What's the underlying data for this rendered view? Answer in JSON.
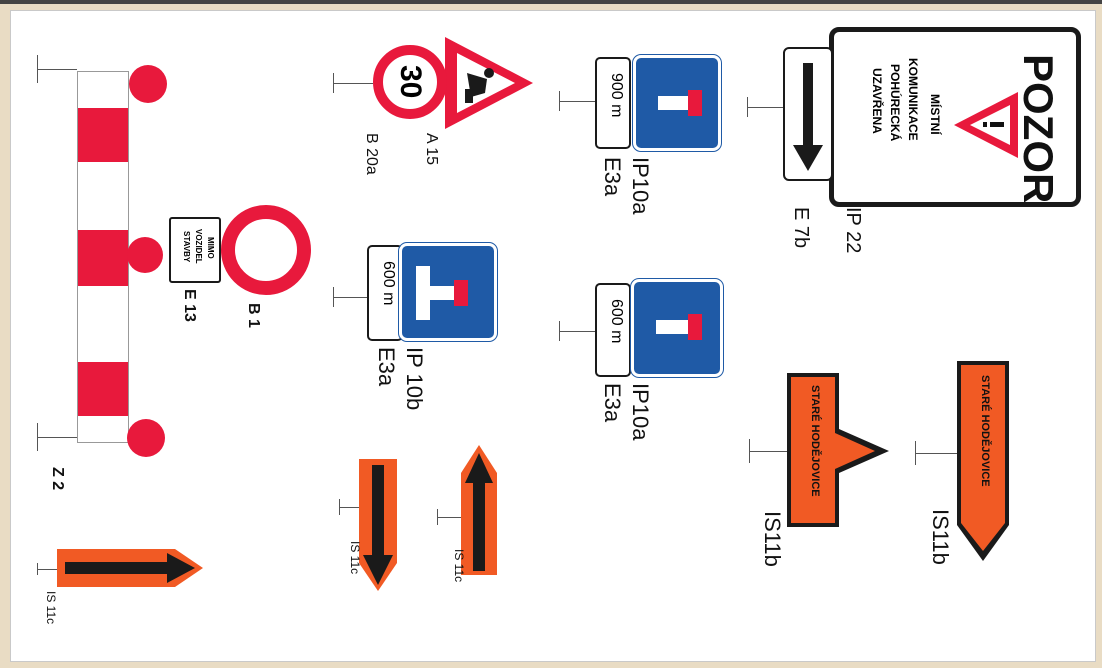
{
  "colors": {
    "red": "#e8193c",
    "blue": "#1f5aa6",
    "orange": "#f15a24",
    "black": "#1a1a1a",
    "white": "#ffffff"
  },
  "signs": {
    "ip22": {
      "code": "IP 22",
      "title": "POZOR",
      "line1": "MÍSTNÍ",
      "line2": "KOMUNIKACE",
      "line3": "POHÚRECKÁ",
      "line4": "UZAVŘENA"
    },
    "e7b": {
      "code": "E 7b"
    },
    "ip10a_1": {
      "code": "IP10a",
      "plate": "900 m",
      "plate_code": "E3a"
    },
    "ip10a_2": {
      "code": "IP10a",
      "plate": "600 m",
      "plate_code": "E3a"
    },
    "ip10b": {
      "code": "IP 10b",
      "plate": "600 m",
      "plate_code": "E3a"
    },
    "a15": {
      "code": "A 15"
    },
    "b20a": {
      "code": "B 20a",
      "value": "30"
    },
    "b1": {
      "code": "B 1"
    },
    "e13": {
      "code": "E 13",
      "text1": "MIMO",
      "text2": "VOZIDEL",
      "text3": "STAVBY"
    },
    "z2": {
      "code": "Z 2"
    },
    "is11b_1": {
      "code": "IS11b",
      "text": "STARÉ HODĚJOVICE"
    },
    "is11b_2": {
      "code": "IS11b",
      "text": "STARÉ HODĚJOVICE"
    },
    "is11c_1": {
      "code": "IS 11c"
    },
    "is11c_2": {
      "code": "IS 11c"
    },
    "is11c_3": {
      "code": "IS 11c"
    }
  }
}
